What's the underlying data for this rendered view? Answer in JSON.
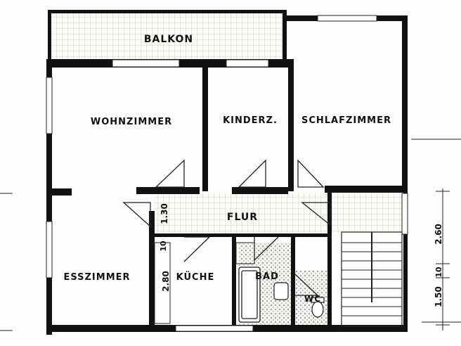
{
  "rooms": {
    "balkon": "BALKON",
    "wohnzimmer": "WOHNZIMMER",
    "kinderzimmer": "KINDERZ.",
    "schlafzimmer": "SCHLAFZIMMER",
    "flur": "FLUR",
    "esszimmer": "ESSZIMMER",
    "kueche": "KÜCHE",
    "bad": "BAD",
    "wc": "WC"
  },
  "dimensions": {
    "flur_height": "1.30",
    "small_10": "10",
    "kueche_height": "2.80",
    "stair_260": "2.60",
    "stair_10": "10",
    "stair_150": "1.50"
  },
  "colors": {
    "wall": "#111111",
    "paper": "#fdfdfb",
    "line": "#333333"
  }
}
